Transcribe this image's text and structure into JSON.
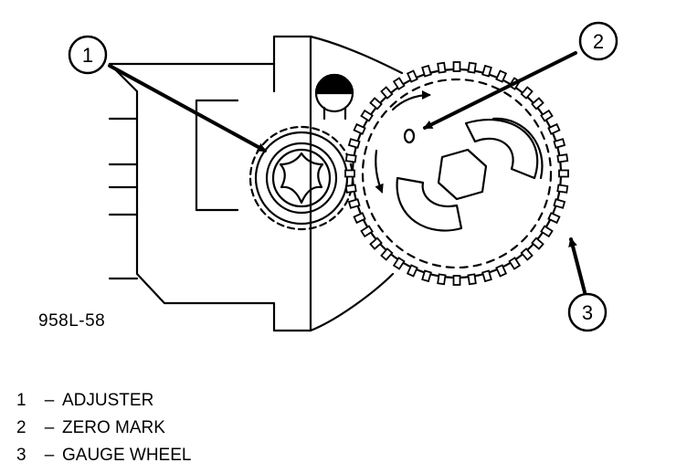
{
  "figure": {
    "code": "958L-58"
  },
  "callouts": [
    {
      "number": "1",
      "term": "ADJUSTER"
    },
    {
      "number": "2",
      "term": "ZERO MARK"
    },
    {
      "number": "3",
      "term": "GAUGE WHEEL"
    }
  ],
  "legend": {
    "separator": "–"
  },
  "icons": [
    "arrow-icon",
    "gear-icon",
    "hex-bolt-icon"
  ],
  "colors": {
    "ink": "#000000",
    "paper": "#ffffff"
  }
}
